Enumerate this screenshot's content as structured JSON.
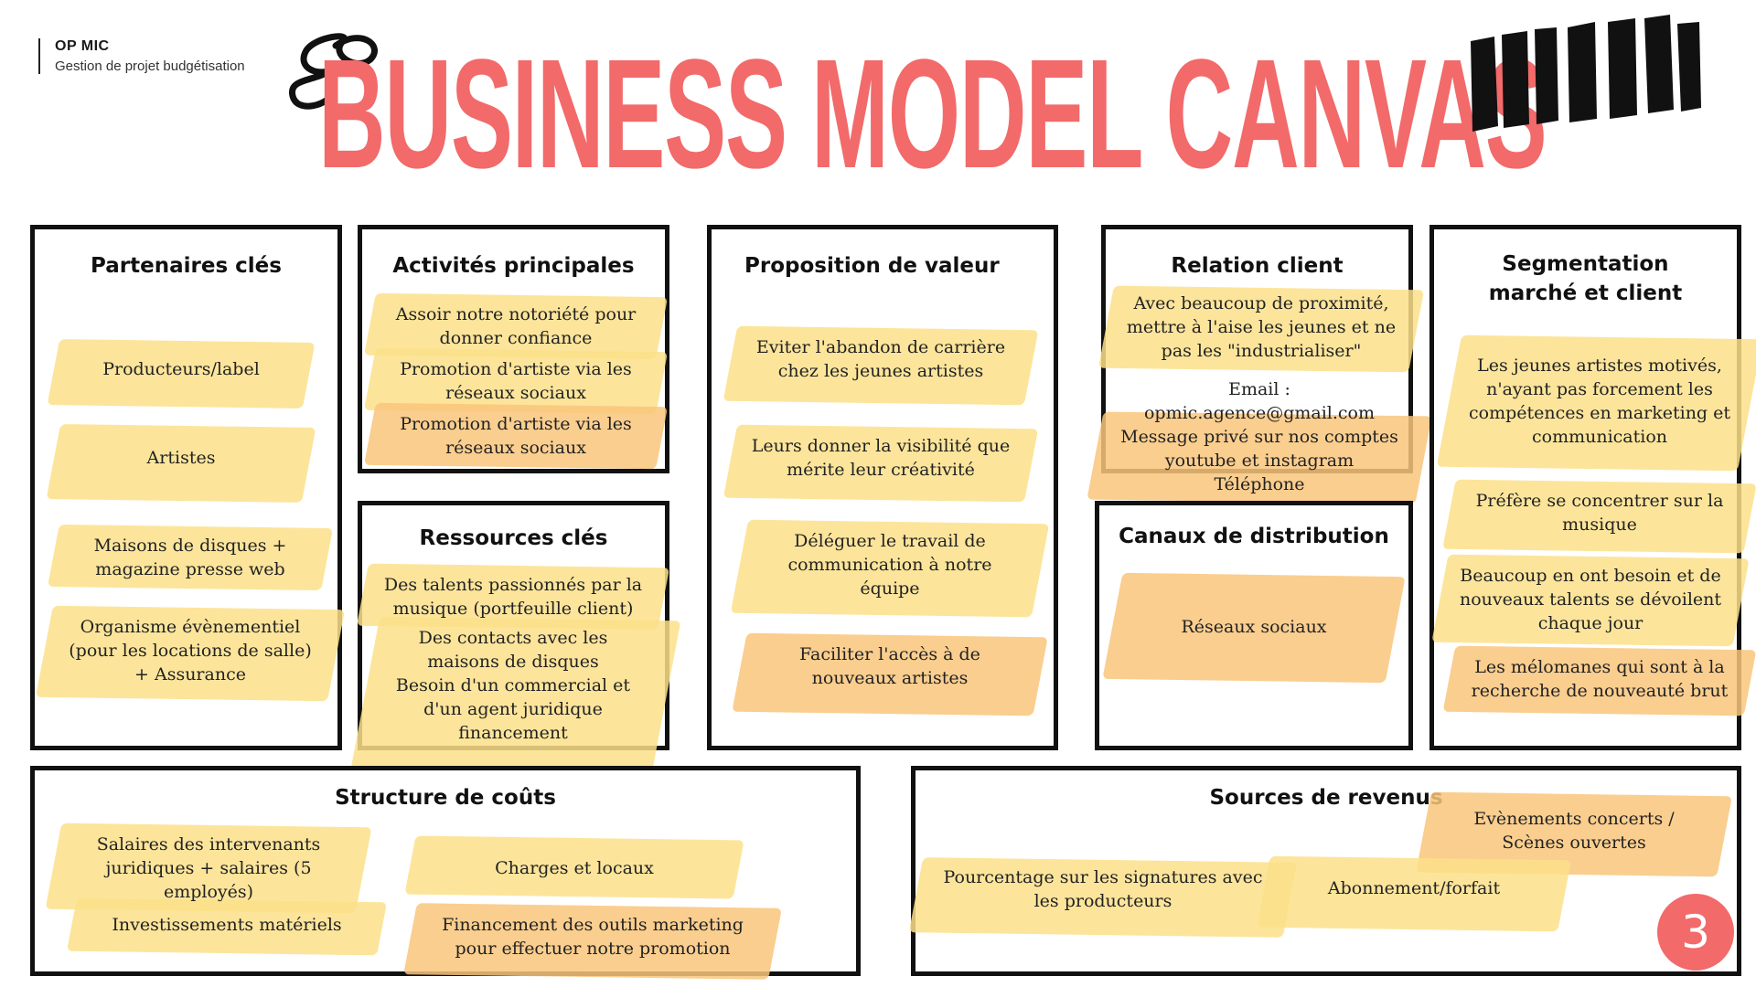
{
  "header": {
    "org": "OP MIC",
    "subtitle": "Gestion de projet budgétisation",
    "title": "BUSINESS MODEL CANVAS"
  },
  "colors": {
    "title": "#f26a6a",
    "highlight_yellow": "#fbe08a",
    "highlight_orange": "#f9c57b",
    "border": "#111111"
  },
  "sections": {
    "partenaires": {
      "title": "Partenaires clés",
      "items": [
        "Producteurs/label",
        "Artistes",
        "Maisons de disques + magazine presse web",
        "Organisme  évènementiel (pour les locations de salle) + Assurance"
      ]
    },
    "activites": {
      "title": "Activités principales",
      "items": [
        "Assoir notre notoriété pour donner confiance",
        "Promotion d'artiste via les réseaux sociaux",
        "Promotion d'artiste via les réseaux sociaux"
      ]
    },
    "ressources": {
      "title": "Ressources clés",
      "items": [
        "Des talents passionnés par la musique (portfeuille client)",
        "Des contacts avec les maisons de disques",
        "Besoin d'un commercial et d'un agent juridique",
        "financement"
      ]
    },
    "proposition": {
      "title": "Proposition de valeur",
      "items": [
        "Eviter l'abandon de carrière chez les jeunes artistes",
        "Leurs donner la visibilité que mérite leur créativité",
        "Déléguer le travail de communication à notre équipe",
        "Faciliter l'accès à de nouveaux artistes"
      ]
    },
    "relation": {
      "title": "Relation client",
      "items": [
        "Avec beaucoup de proximité, mettre à l'aise les jeunes et ne pas les \"industrialiser\"",
        "Email : opmic.agence@gmail.com",
        "Message privé sur nos comptes youtube et instagram",
        "Téléphone"
      ]
    },
    "canaux": {
      "title": "Canaux de distribution",
      "items": [
        "Réseaux sociaux"
      ]
    },
    "segmentation": {
      "title": "Segmentation marché et client",
      "items": [
        "Les jeunes artistes motivés, n'ayant pas forcement les compétences en marketing et communication",
        "Préfère se concentrer sur la musique",
        "Beaucoup en ont besoin et de nouveaux talents se dévoilent chaque jour",
        "Les mélomanes qui sont à la recherche de nouveauté brut"
      ]
    },
    "couts": {
      "title": "Structure de coûts",
      "items": [
        "Salaires des intervenants juridiques + salaires (5 employés)",
        "Charges et locaux",
        "Investissements matériels",
        "Financement des outils marketing pour effectuer notre promotion"
      ]
    },
    "revenus": {
      "title": "Sources de revenus",
      "items": [
        "Evènements concerts / Scènes ouvertes",
        "Pourcentage sur les signatures avec les producteurs",
        "Abonnement/forfait"
      ]
    }
  },
  "page_number": "3",
  "icons": [
    "scribble-icon",
    "brush-stripes-icon"
  ]
}
